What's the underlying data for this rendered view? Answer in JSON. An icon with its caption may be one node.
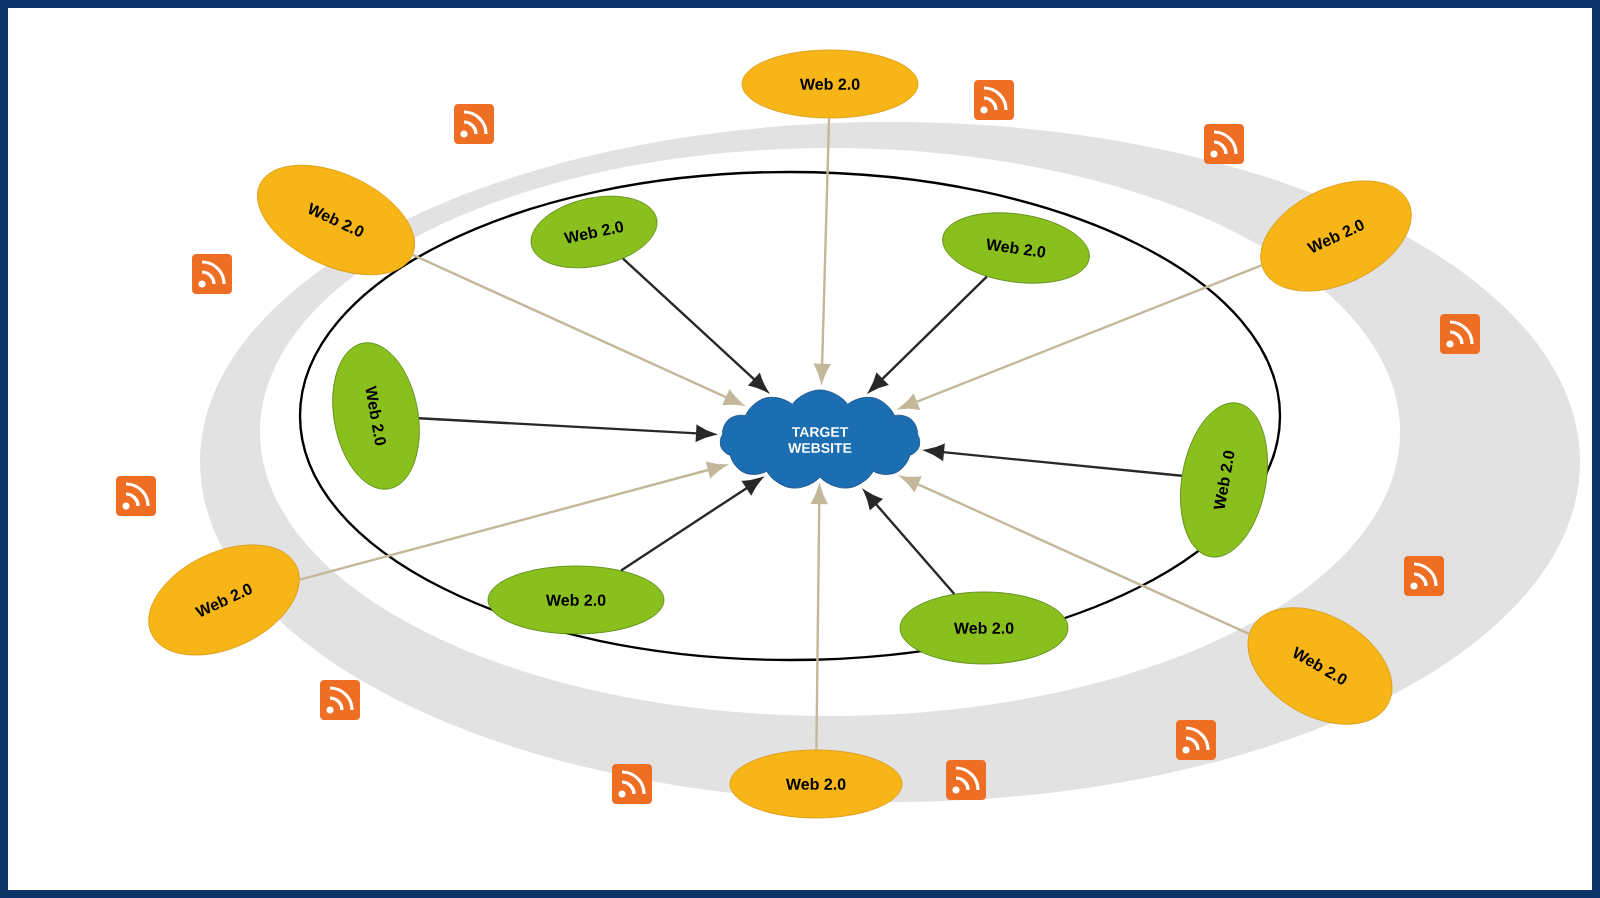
{
  "diagram": {
    "nodes": [
      {
        "text": [
          "Web 2.0"
        ]
      },
      {
        "text": [
          "Web 2.0"
        ]
      },
      {
        "text": [
          "Web 2.0"
        ]
      },
      {
        "text": [
          "Web 2.0"
        ]
      },
      {
        "text": [
          "Web 2.0"
        ]
      },
      {
        "text": [
          "Web 2.0"
        ]
      },
      {
        "text": [
          "TARGET WEBSITE"
        ]
      },
      {
        "text": [
          "Web 2.0"
        ]
      },
      {
        "text": [
          "Web 2.0"
        ]
      },
      {
        "text": [
          "Web 2.0"
        ]
      },
      {
        "text": [
          "Web 2.0"
        ]
      },
      {
        "text": [
          "Web 2.0"
        ]
      },
      {
        "text": [
          "Web 2.0"
        ]
      }
    ],
    "edges": [
      {
        "from": 0,
        "to": 6,
        "arrow": "to",
        "color": "#c4b89a"
      },
      {
        "from": 1,
        "to": 6,
        "arrow": "to",
        "color": "#c4b89a"
      },
      {
        "from": 3,
        "to": 6,
        "arrow": "to",
        "color": "#c4b89a"
      },
      {
        "from": 9,
        "to": 6,
        "arrow": "to",
        "color": "#c4b89a"
      },
      {
        "from": 11,
        "to": 6,
        "arrow": "to",
        "color": "#c4b89a"
      },
      {
        "from": 12,
        "to": 6,
        "arrow": "to",
        "color": "#c4b89a"
      },
      {
        "from": 2,
        "to": 6,
        "arrow": "to",
        "color": "#282828"
      },
      {
        "from": 4,
        "to": 6,
        "arrow": "to",
        "color": "#282828"
      },
      {
        "from": 5,
        "to": 6,
        "arrow": "to",
        "color": "#282828"
      },
      {
        "from": 7,
        "to": 6,
        "arrow": "to",
        "color": "#282828"
      },
      {
        "from": 8,
        "to": 6,
        "arrow": "to",
        "color": "#282828"
      },
      {
        "from": 10,
        "to": 6,
        "arrow": "to",
        "color": "#282828"
      }
    ]
  }
}
